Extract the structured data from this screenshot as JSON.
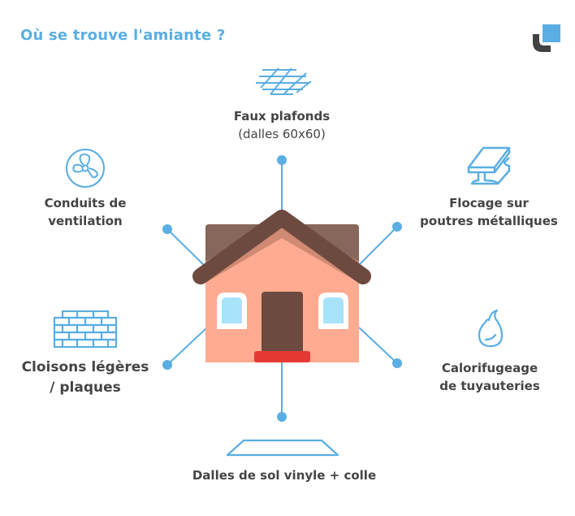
{
  "title": "Où se trouve l'amiante ?",
  "colors": {
    "accent": "#5aaee3",
    "text": "#444444",
    "roof_dark": "#6d4a3f",
    "roof_back": "#87675b",
    "wall": "#ffab91",
    "wall_shade": "#d08a74",
    "window": "#a8e2fb",
    "door": "#6d4a3f",
    "doormat": "#e53935",
    "logo_dark": "#424242",
    "logo_blue": "#5aaee3"
  },
  "center": {
    "icon": "house-icon"
  },
  "items": [
    {
      "id": "faux-plafonds",
      "icon": "ceiling-grid-icon",
      "line1": "Faux plafonds",
      "line2": "(dalles 60x60)"
    },
    {
      "id": "ventilation",
      "icon": "fan-icon",
      "line1": "Conduits de",
      "line2": "ventilation"
    },
    {
      "id": "flocage",
      "icon": "steel-beam-icon",
      "line1": "Flocage sur",
      "line2": "poutres métalliques"
    },
    {
      "id": "cloisons",
      "icon": "brick-wall-icon",
      "line1": "Cloisons légères",
      "line2": "/ plaques"
    },
    {
      "id": "calorifugeage",
      "icon": "flame-icon",
      "line1": "Calorifugeage",
      "line2": "de tuyauteries"
    },
    {
      "id": "dalles-sol",
      "icon": "floor-tile-icon",
      "line1": "Dalles de sol vinyle + colle"
    }
  ]
}
